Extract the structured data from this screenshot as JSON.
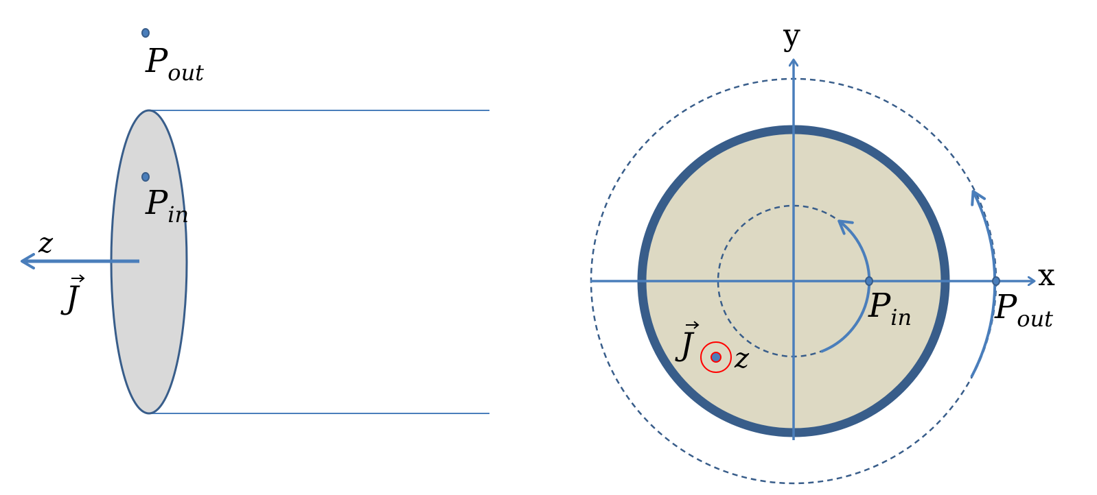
{
  "left_figure": {
    "label_p_out": {
      "main": "P",
      "sub": "out"
    },
    "label_p_in": {
      "main": "P",
      "sub": "in"
    },
    "label_z": "z",
    "label_j": "J"
  },
  "right_figure": {
    "label_y": "y",
    "label_x": "x",
    "label_p_in": {
      "main": "P",
      "sub": "in"
    },
    "label_p_out": {
      "main": "P",
      "sub": "out"
    },
    "label_j": "J",
    "label_z": "z"
  },
  "colors": {
    "line_blue": "#4a7ebb",
    "dark_blue": "#385d8a",
    "disk_gray": "#d9d9d9",
    "disk_beige": "#ddd9c3",
    "marker_red": "#ff0000"
  }
}
